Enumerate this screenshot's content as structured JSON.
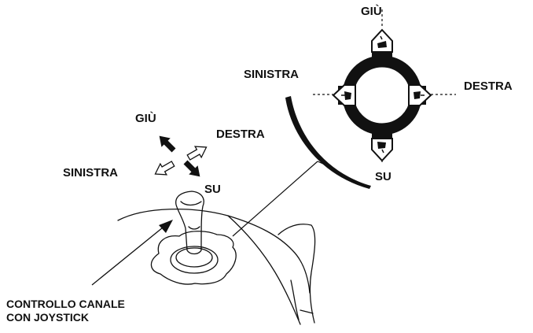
{
  "control_ring": {
    "label_up_top": "GIÙ",
    "label_left": "SINISTRA",
    "label_right": "DESTRA",
    "label_bottom": "SU"
  },
  "joystick_arrows": {
    "label_top": "GIÙ",
    "label_right": "DESTRA",
    "label_left": "SINISTRA",
    "label_bottom": "SU"
  },
  "caption": {
    "line1": "CONTROLLO CANALE",
    "line2": "CON JOYSTICK"
  },
  "colors": {
    "ink": "#111111",
    "hollow_fill": "#ffffff"
  }
}
